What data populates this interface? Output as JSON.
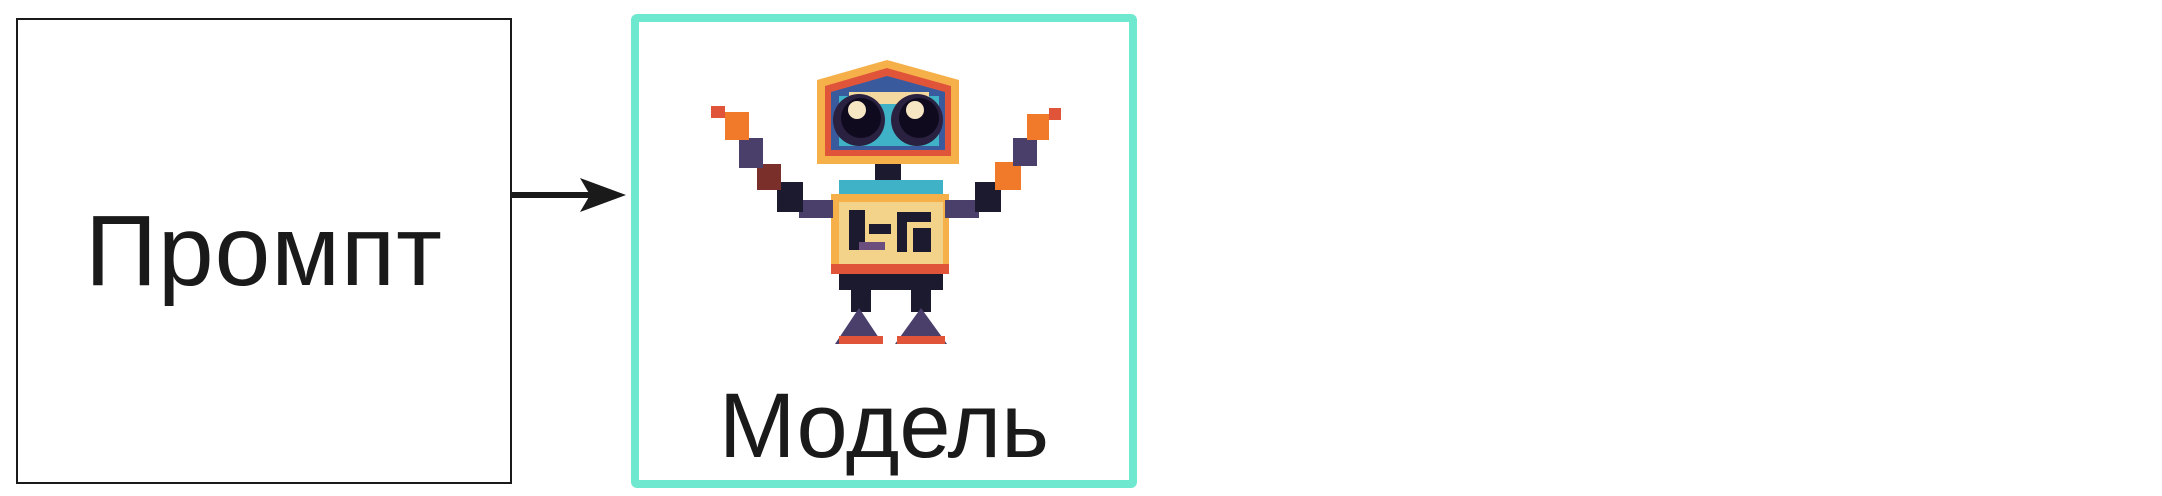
{
  "prompt": {
    "label": "Промпт"
  },
  "model": {
    "label": "Модель",
    "border_color": "#6fe8d0"
  },
  "arrow": {
    "direction": "right"
  },
  "icons": {
    "model_image": "pixel-robot-icon",
    "arrow": "arrow-right-icon"
  }
}
